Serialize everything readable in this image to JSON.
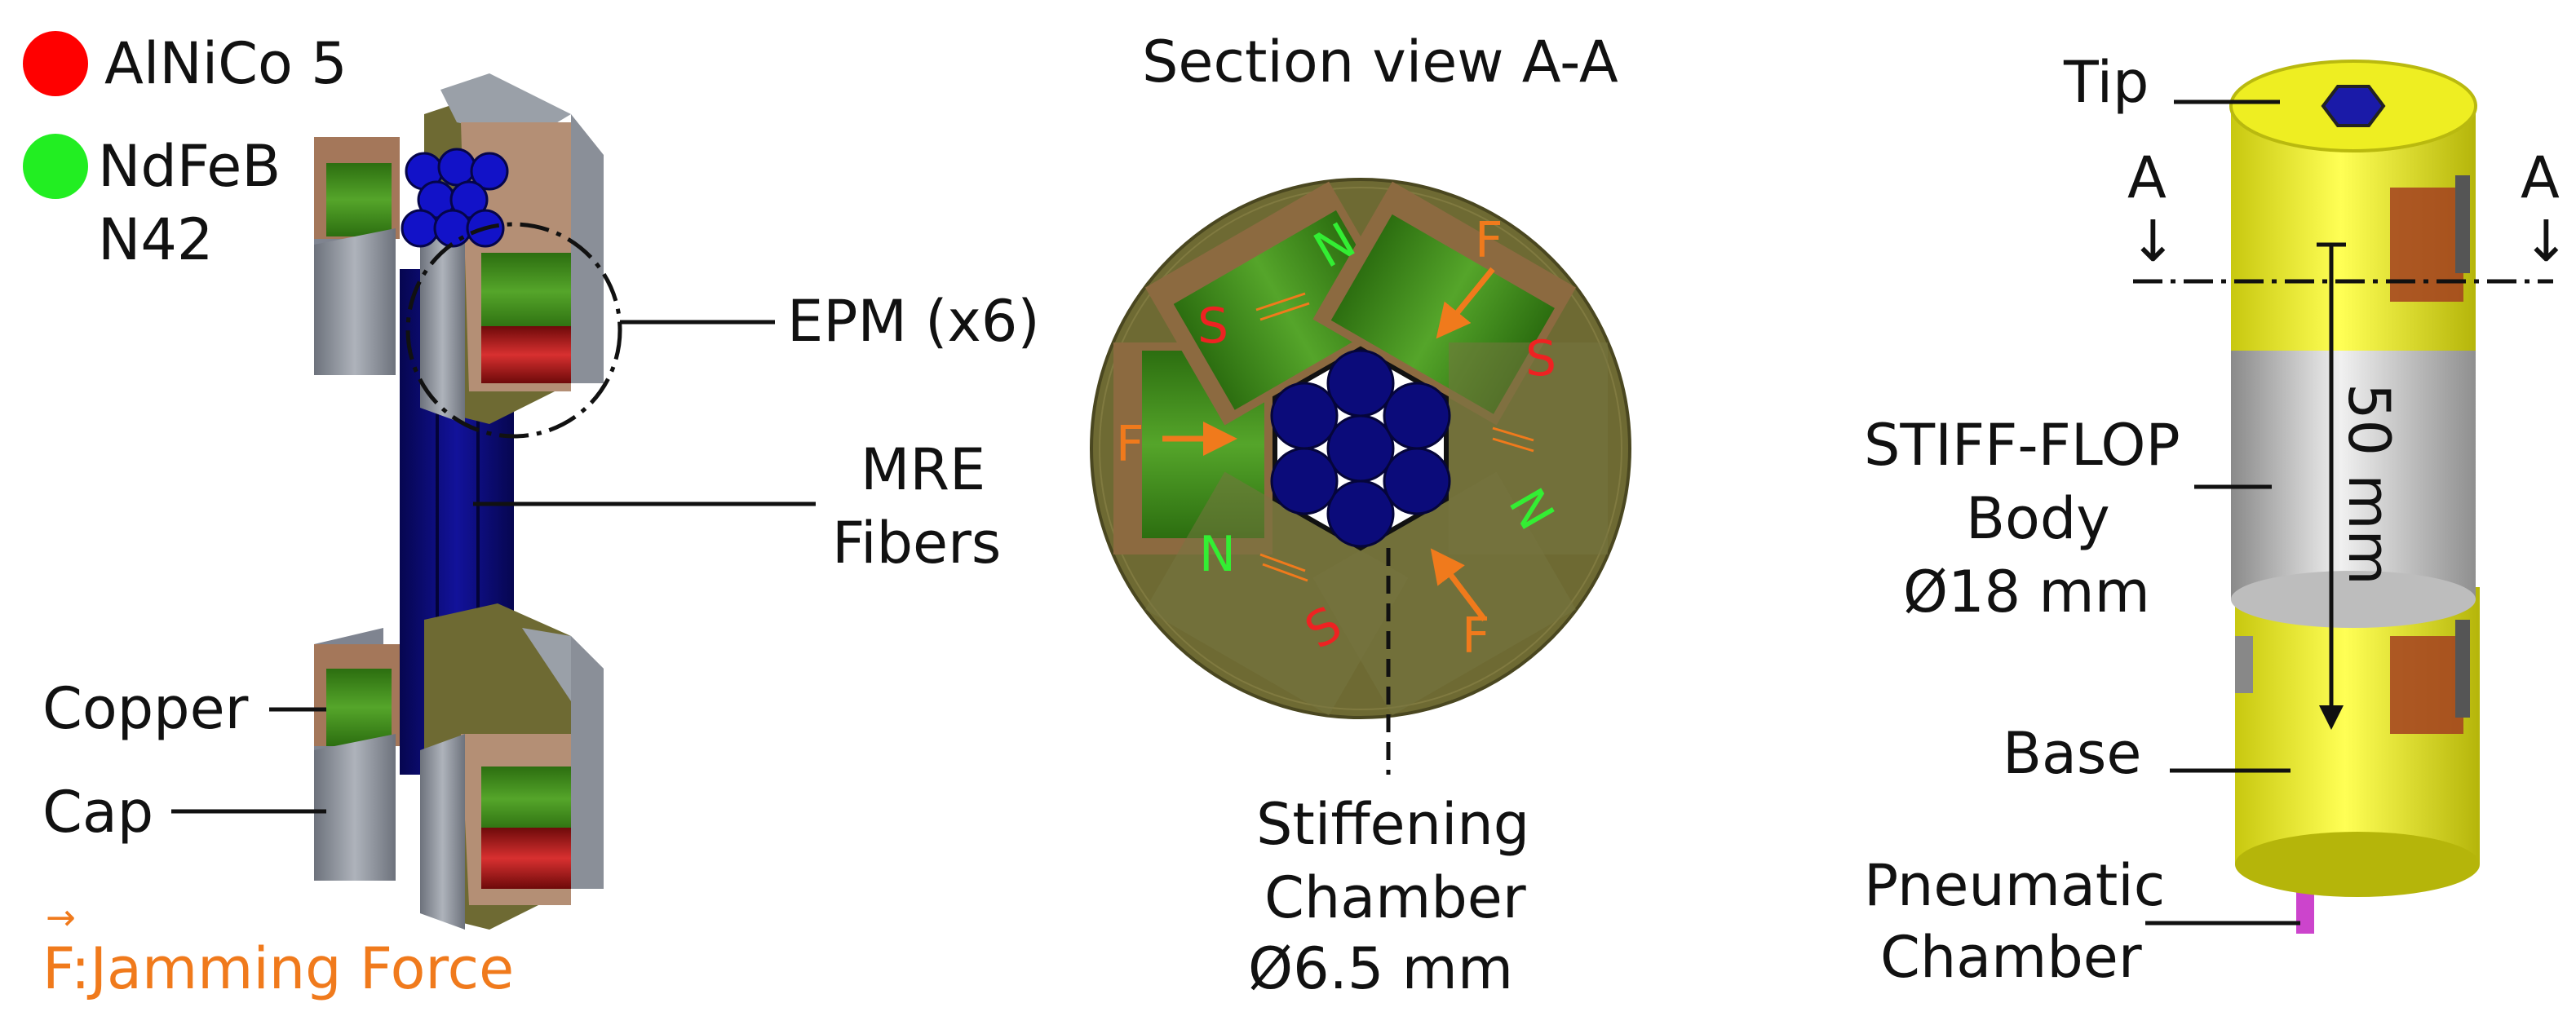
{
  "legend": {
    "alnico_label": "AlNiCo 5",
    "alnico_color": "#ff0000",
    "ndfeb_label_line1": "NdFeB",
    "ndfeb_label_line2": "N42",
    "ndfeb_color": "#22ee22",
    "force_label": "F:Jamming Force",
    "force_symbol": "→",
    "force_color": "#f07a1c"
  },
  "left_labels": {
    "epm": "EPM (x6)",
    "mre_line1": "MRE",
    "mre_line2": "Fibers",
    "copper": "Copper",
    "cap": "Cap"
  },
  "section": {
    "title": "Section view A-A",
    "stiffening_line1": "Stiffening",
    "stiffening_line2": "Chamber",
    "stiffening_line3": "Ø6.5 mm",
    "poles": {
      "S": "S",
      "N": "N",
      "F": "F"
    }
  },
  "right_labels": {
    "tip": "Tip",
    "a_left": "A",
    "a_right": "A",
    "arrow_down": "↓",
    "length": "50 mm",
    "body_line1": "STIFF-FLOP",
    "body_line2": "Body",
    "body_line3": "Ø18 mm",
    "base": "Base",
    "pneumatic_line1": "Pneumatic",
    "pneumatic_line2": "Chamber"
  },
  "colors": {
    "fiber_blue": "#0b0b7a",
    "housing_olive": "#6e6a33",
    "copper": "#a4775a",
    "cap_gray": "#8a8f98",
    "tip_yellow": "#eeee22",
    "body_gray": "#d4d4d4",
    "tube_magenta": "#cc44cc",
    "pole_red": "#ee2222",
    "pole_green": "#33ee33"
  }
}
